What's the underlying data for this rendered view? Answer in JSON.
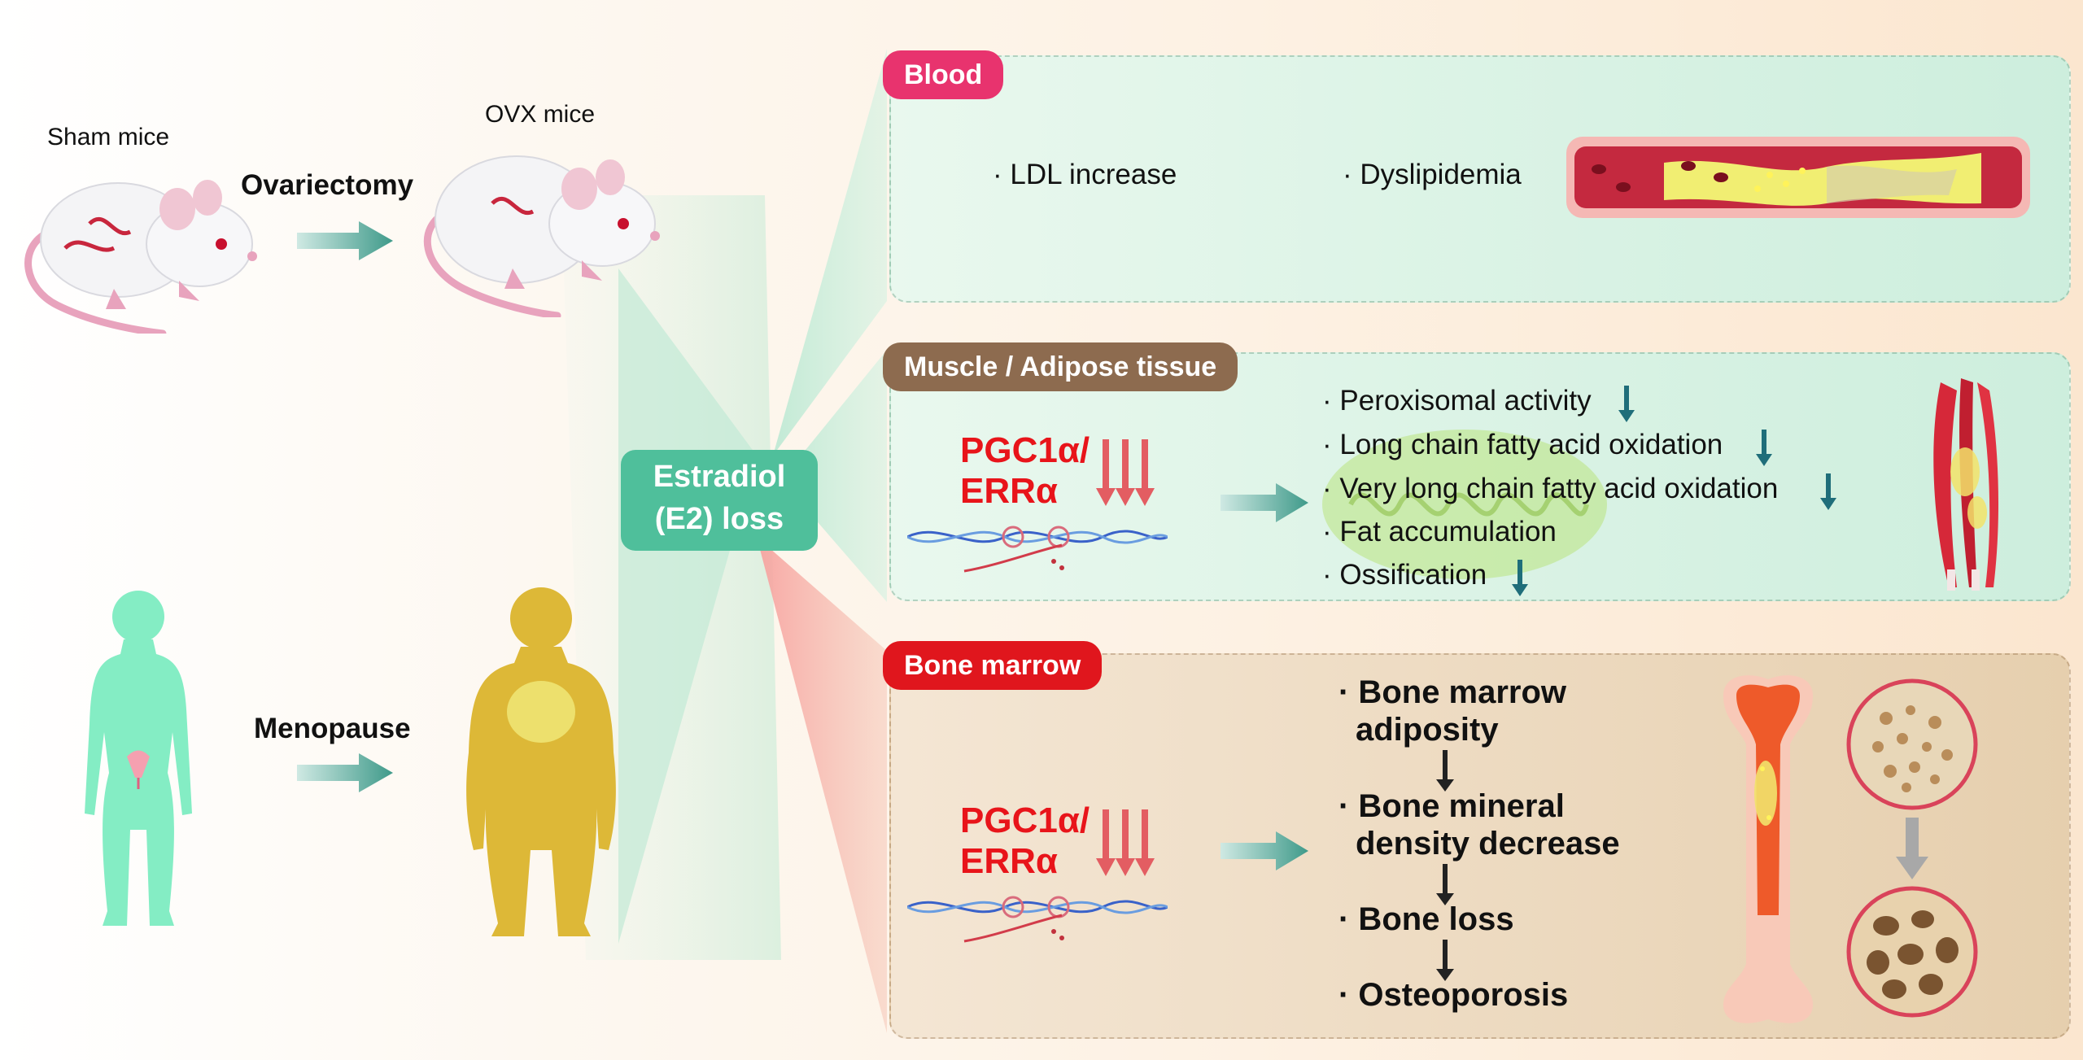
{
  "mice": {
    "sham_label": "Sham mice",
    "ovx_label": "OVX mice",
    "procedure_label": "Ovariectomy"
  },
  "human": {
    "procedure_label": "Menopause"
  },
  "center": {
    "line1": "Estradiol",
    "line2": "(E2) loss"
  },
  "blood": {
    "tag": "Blood",
    "items": [
      "· LDL increase",
      "· Dyslipidemia"
    ]
  },
  "muscle": {
    "tag": "Muscle / Adipose tissue",
    "factor_line1": "PGC1α/",
    "factor_line2": "ERRα",
    "items": [
      "· Peroxisomal activity",
      "· Long chain fatty acid oxidation",
      "· Very long chain fatty acid oxidation",
      "· Fat accumulation",
      "· Ossification"
    ]
  },
  "bone": {
    "tag": "Bone marrow",
    "factor_line1": "PGC1α/",
    "factor_line2": "ERRα",
    "steps": [
      "· Bone marrow",
      "adiposity",
      "· Bone mineral",
      "density decrease",
      "· Bone loss",
      "· Osteoporosis"
    ]
  },
  "colors": {
    "blood_tag": "#e8336e",
    "muscle_tag": "#8d6b4f",
    "bone_tag": "#e0161d",
    "center_box": "#4fbf9b",
    "arrow_teal": "#3f9a8a",
    "panel_green": "#d6f1de",
    "panel_bone": "#ead5b8"
  }
}
